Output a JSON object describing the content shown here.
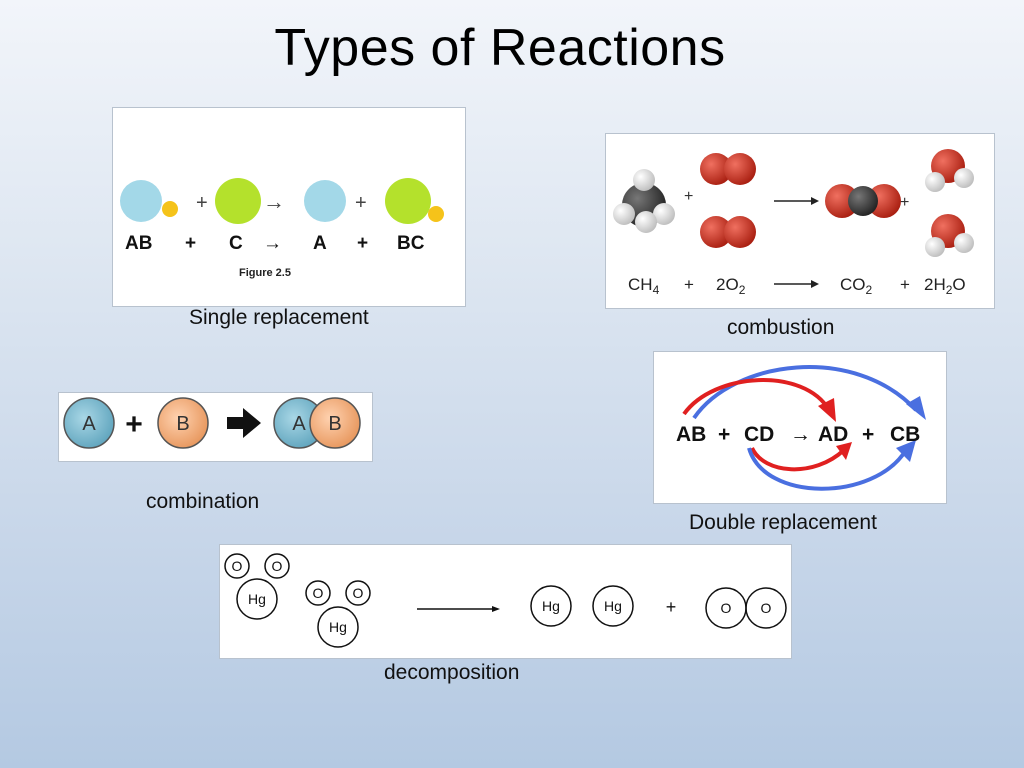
{
  "slide": {
    "title": "Types of Reactions"
  },
  "single_replacement": {
    "caption": "Single replacement",
    "plus": "+",
    "arrow": "→",
    "eq": {
      "ab": "AB",
      "plus1": "+",
      "c": "C",
      "arrow": "→",
      "a": "A",
      "plus2": "+",
      "bc": "BC"
    },
    "figure_label": "Figure 2.5",
    "colors": {
      "blue": "#a3d8e8",
      "green": "#b4e12c",
      "yellow": "#f5c31a"
    }
  },
  "combustion": {
    "caption": "combustion",
    "plus": "+",
    "eq": {
      "ch4_main": "CH",
      "ch4_sub": "4",
      "plus1": "+",
      "o2_coef": "2O",
      "o2_sub": "2",
      "co2_main": "CO",
      "co2_sub": "2",
      "plus2": "+",
      "h2o_a": "2H",
      "h2o_sub": "2",
      "h2o_b": "O"
    },
    "colors": {
      "oxygen": "#c8281a",
      "carbon": "#3a3a3a",
      "hydrogen": "#ececec"
    }
  },
  "combination": {
    "caption": "combination",
    "atom_a": "A",
    "atom_b": "B",
    "plus": "+",
    "colors": {
      "a": "#6fb3c9",
      "b": "#f1b084"
    }
  },
  "double_replacement": {
    "caption": "Double replacement",
    "eq": {
      "ab": "AB",
      "plus1": "+",
      "cd": "CD",
      "arrow": "→",
      "ad": "AD",
      "plus2": "+",
      "cb": "CB"
    },
    "colors": {
      "red_arrow": "#e02020",
      "blue_arrow": "#4a6fe0"
    }
  },
  "decomposition": {
    "caption": "decomposition",
    "mercury": "Hg",
    "oxygen": "O",
    "plus": "+"
  }
}
